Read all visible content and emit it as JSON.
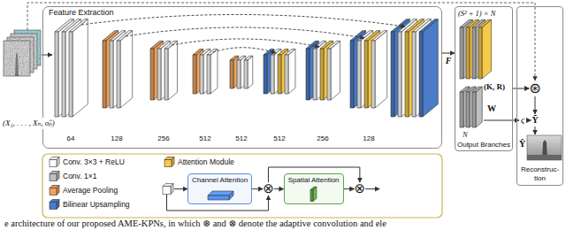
{
  "diagram": {
    "caption": "e architecture of our proposed AME-KPNs, in which ⊛ and ⊗ denote the adaptive convolution and ele",
    "nodes": [
      {
        "text": [
          "Feature Extraction"
        ]
      },
      {
        "text": [
          "Output Branches"
        ]
      },
      {
        "text": [
          "Reconstruc- tion"
        ]
      },
      {
        "text": [
          "⊛"
        ],
        "in": 2
      },
      {
        "text": [
          "Channel Attention"
        ]
      },
      {
        "text": [
          "⊗"
        ]
      },
      {
        "text": [
          "Spatial Attention"
        ]
      },
      {
        "text": [
          "⊗"
        ]
      }
    ],
    "edges": [
      {
        "from": 0,
        "to": 1,
        "arrow": "to",
        "label": "F"
      },
      {
        "from": 1,
        "to": 3,
        "arrow": "to"
      },
      {
        "from": 4,
        "to": 5,
        "arrow": "to"
      },
      {
        "from": 5,
        "to": 6,
        "arrow": "to"
      },
      {
        "from": 6,
        "to": 7,
        "arrow": "to"
      },
      {
        "from": 5,
        "to": 7,
        "arrow": "to"
      }
    ],
    "labels": [
      "(X₁, . . . , Xₙ, σ̂ₚ)",
      "64",
      "128",
      "256",
      "512",
      "512",
      "512",
      "256",
      "128",
      "(S² + 1) × N",
      "(K, R)",
      "W",
      "N",
      "ς",
      "Ỹ",
      "Ŷ"
    ],
    "legend": [
      {
        "text": "Conv. 3×3 + ReLU",
        "color": "#ffffff"
      },
      {
        "text": "Conv. 1×1",
        "color": "#bfbfbf"
      },
      {
        "text": "Average Pooling",
        "color": "#f0a25e"
      },
      {
        "text": "Bilinear Upsampling",
        "color": "#4a7cc9"
      },
      {
        "text": "Attention Module",
        "color": "#f7c948"
      }
    ]
  }
}
